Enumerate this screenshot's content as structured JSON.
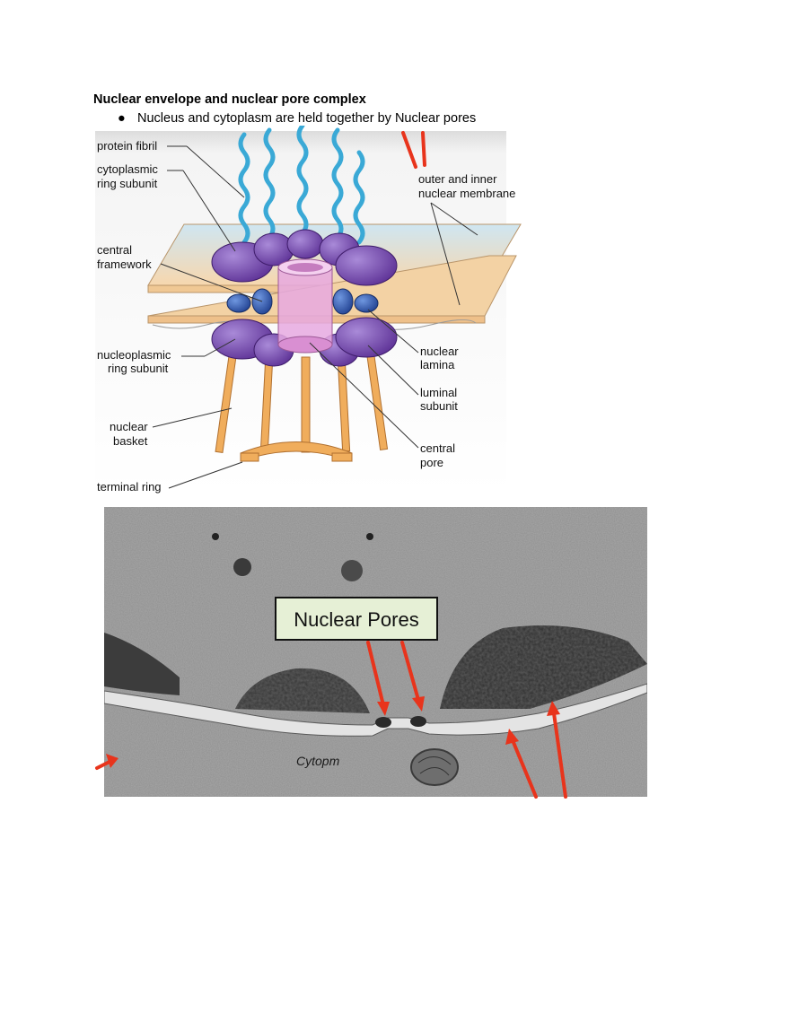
{
  "document": {
    "heading": "Nuclear envelope and nuclear pore complex",
    "bullets": [
      {
        "marker": "●",
        "text": "Nucleus and cytoplasm are held together by Nuclear pores"
      }
    ]
  },
  "diagram": {
    "labels": {
      "protein_fibril": "protein fibril",
      "cytoplasmic_ring_1": "cytoplasmic",
      "cytoplasmic_ring_2": "ring subunit",
      "central_framework_1": "central",
      "central_framework_2": "framework",
      "nucleoplasmic_ring_1": "nucleoplasmic",
      "nucleoplasmic_ring_2": "ring subunit",
      "nuclear_basket_1": "nuclear",
      "nuclear_basket_2": "basket",
      "terminal_ring": "terminal ring",
      "membrane_1": "outer and inner",
      "membrane_2": "nuclear membrane",
      "lamina_1": "nuclear",
      "lamina_2": "lamina",
      "luminal_1": "luminal",
      "luminal_2": "subunit",
      "central_pore_1": "central",
      "central_pore_2": "pore"
    },
    "colors": {
      "ring_subunit": "#7a4fb0",
      "luminal": "#2f5fb8",
      "fibril": "#3aa9d6",
      "pore": "#e6a9e0",
      "basket": "#e9a24e",
      "membrane": "#f6d9b0"
    }
  },
  "micrograph": {
    "callout_label": "Nuclear Pores",
    "handwritten_note": "Cytopm",
    "colors": {
      "callout_fill": "#e6f0d6",
      "arrow": "#e8341c"
    }
  }
}
